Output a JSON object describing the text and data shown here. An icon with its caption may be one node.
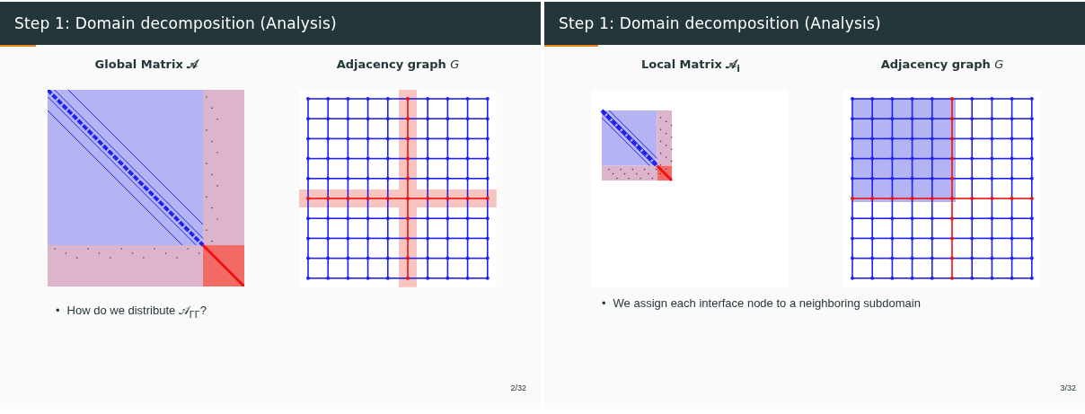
{
  "diagram": {
    "labels": [
      "Step 1: Domain decomposition (Analysis)",
      "Global Matrix 𝒜",
      "Adjacency graph *G*",
      "•",
      "How do we distribute 𝒜$_{ΓΓ}$?",
      "2/32",
      "Step 1: Domain decomposition (Analysis)",
      "Local Matrix 𝒜$_{i}$",
      "Adjacency graph *G*",
      "•",
      "We assign each interface node to a neighboring subdomain",
      "3/32"
    ]
  }
}
